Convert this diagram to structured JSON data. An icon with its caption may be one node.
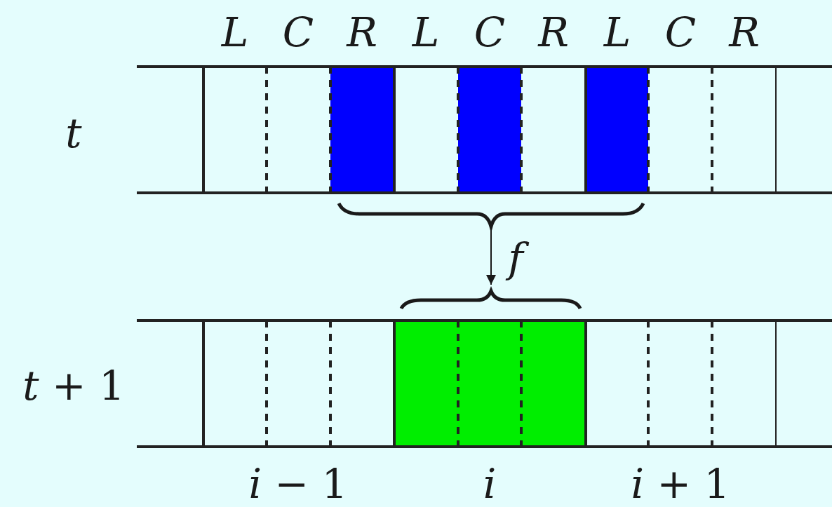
{
  "diagram": {
    "nodes": [
      {
        "text": [],
        "shape": "bracket"
      },
      {
        "text": [],
        "shape": "bracket"
      }
    ],
    "edges": [
      {
        "from": 0,
        "to": 1,
        "arrow": "to",
        "label": "f"
      }
    ],
    "labels": [
      "L",
      "C",
      "R",
      "L",
      "C",
      "R",
      "L",
      "C",
      "R",
      "t",
      "*t* + 1",
      "*i* − 1",
      "*i*",
      "*i* + 1"
    ]
  }
}
